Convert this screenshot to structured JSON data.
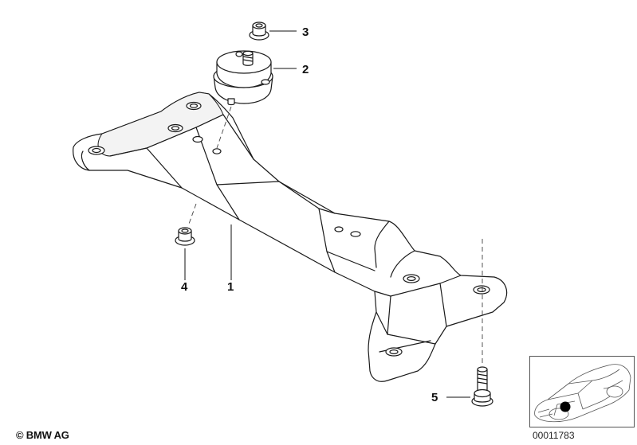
{
  "diagram": {
    "callouts": [
      {
        "id": "1",
        "label": "1"
      },
      {
        "id": "2",
        "label": "2"
      },
      {
        "id": "3",
        "label": "3"
      },
      {
        "id": "4",
        "label": "4"
      },
      {
        "id": "5",
        "label": "5"
      }
    ]
  },
  "footer": {
    "copyright": "© BMW AG",
    "document_number": "00011783"
  },
  "colors": {
    "line": "#1a1a1a",
    "fill": "#ffffff",
    "shade": "#f2f2f2",
    "marker": "#000000"
  }
}
